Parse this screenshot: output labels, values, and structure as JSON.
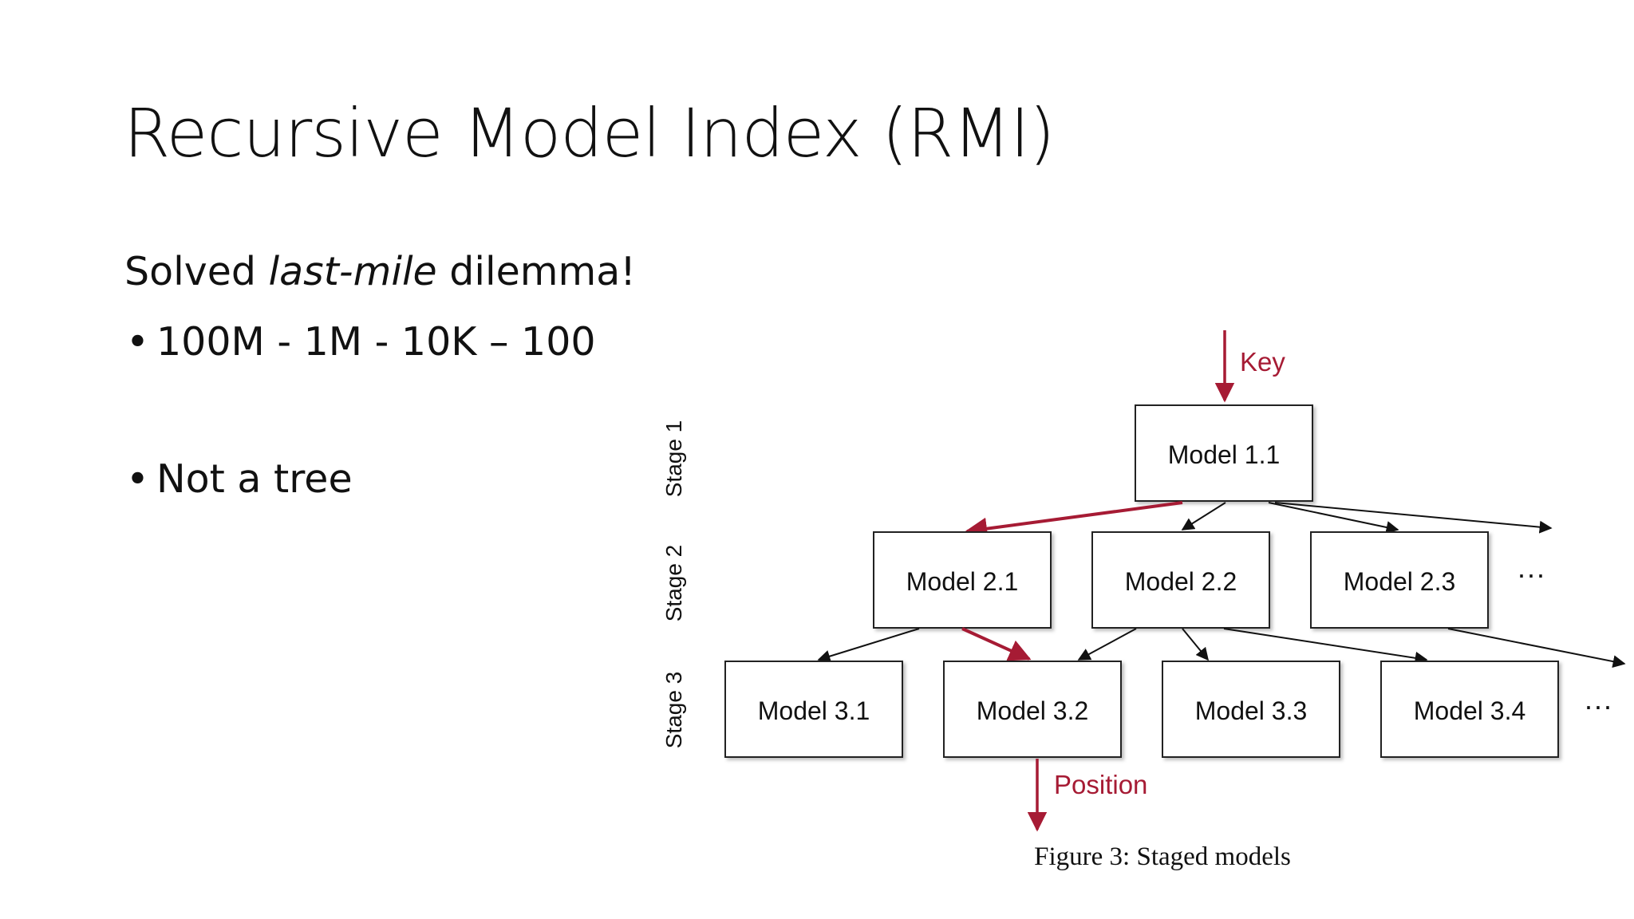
{
  "slide": {
    "title": "Recursive Model Index (RMI)",
    "subtitle_before": "Solved ",
    "subtitle_italic": "last-mile",
    "subtitle_after": " dilemma!",
    "bullets": [
      {
        "marker": "•",
        "text": "100M - 1M - 10K – 100"
      },
      {
        "marker": "•",
        "text": "Not a tree"
      }
    ]
  },
  "figure": {
    "caption": "Figure 3: Staged models",
    "input_label": "Key",
    "output_label": "Position",
    "stages": [
      "Stage 1",
      "Stage 2",
      "Stage 3"
    ],
    "models": {
      "stage1": [
        "Model 1.1"
      ],
      "stage2": [
        "Model 2.1",
        "Model 2.2",
        "Model 2.3"
      ],
      "stage3": [
        "Model 3.1",
        "Model 3.2",
        "Model 3.3",
        "Model 3.4"
      ]
    },
    "ellipsis": "···",
    "highlight_color": "#a61b34"
  }
}
